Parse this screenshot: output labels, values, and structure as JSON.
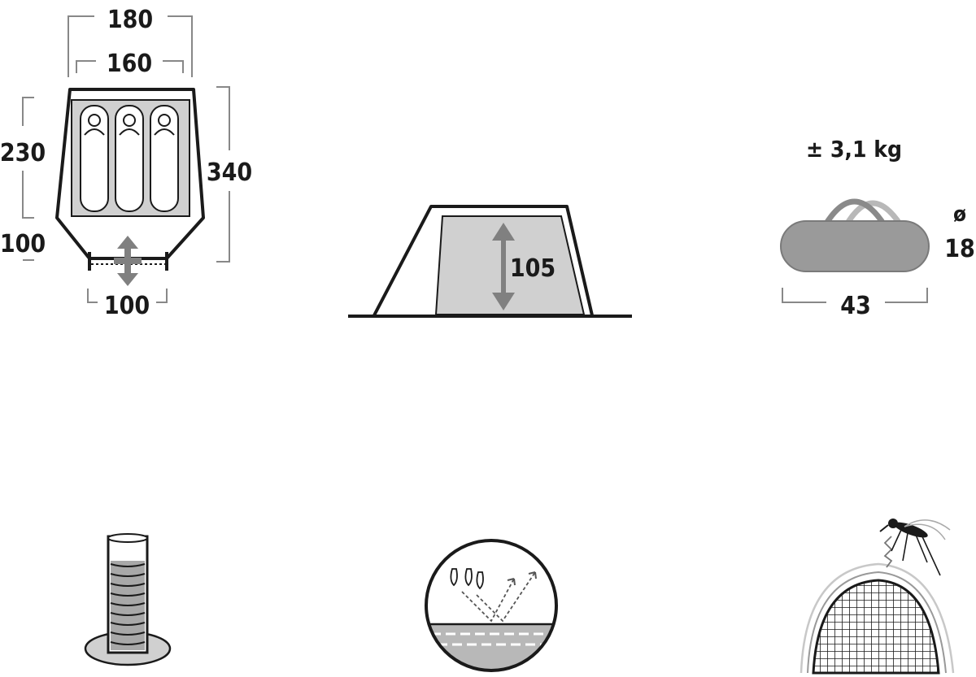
{
  "floorplan": {
    "width_outer": "180",
    "width_inner": "160",
    "length_inner": "230",
    "length_total": "340",
    "vestibule_depth": "100",
    "vestibule_width": "100",
    "sleeping_places": 3
  },
  "profile": {
    "height": "105"
  },
  "pack": {
    "weight": "± 3,1 kg",
    "diameter_symbol": "ø",
    "diameter": "18",
    "length": "43"
  },
  "icons": [
    "water-column-icon",
    "waterproof-fabric-icon",
    "mosquito-net-icon"
  ],
  "colors": {
    "line": "#1a1a1a",
    "fill_gray": "#c8c8c8",
    "bag_gray": "#9a9a9a",
    "arrow_gray": "#808080"
  }
}
